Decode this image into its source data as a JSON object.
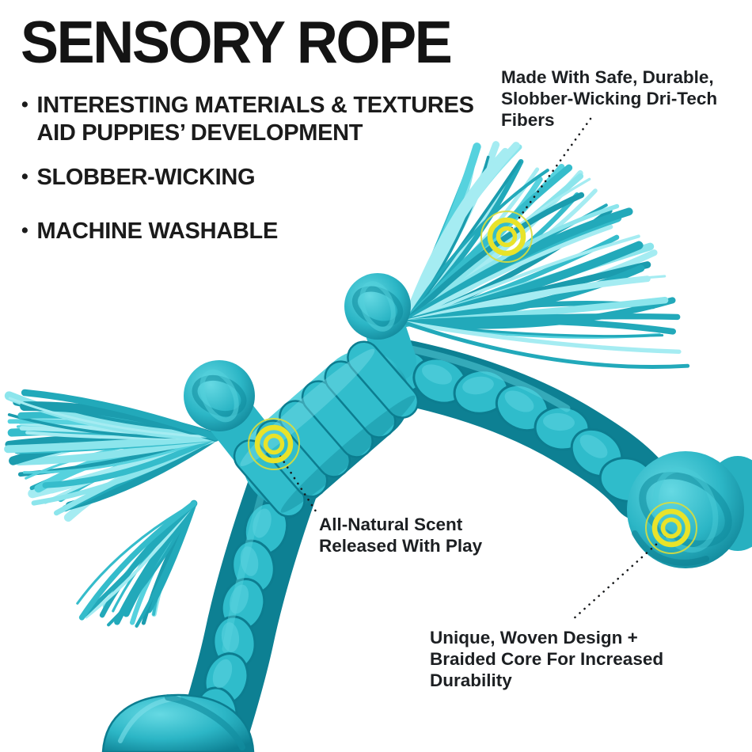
{
  "title": "SENSORY ROPE",
  "bullet_glyph": "•",
  "bullets": [
    {
      "text": "INTERESTING MATERIALS & TEXTURES\nAID PUPPIES’ DEVELOPMENT"
    },
    {
      "text": "SLOBBER-WICKING"
    },
    {
      "text": "MACHINE WASHABLE"
    }
  ],
  "callouts": [
    {
      "id": "dritech-fibers",
      "text": "Made With Safe, Durable,\nSlobber-Wicking Dri-Tech\nFibers"
    },
    {
      "id": "natural-scent",
      "text": "All-Natural Scent\nReleased With Play"
    },
    {
      "id": "woven-design",
      "text": "Unique, Woven Design +\nBraided Core For Increased\nDurability"
    }
  ],
  "colors": {
    "rope_teal": "#2fbccb",
    "rope_shadow": "#0d8093",
    "rope_highlight": "#5ed4df",
    "marker_yellow": "#e8e32a",
    "text_black": "#17191c",
    "background": "#ffffff"
  }
}
